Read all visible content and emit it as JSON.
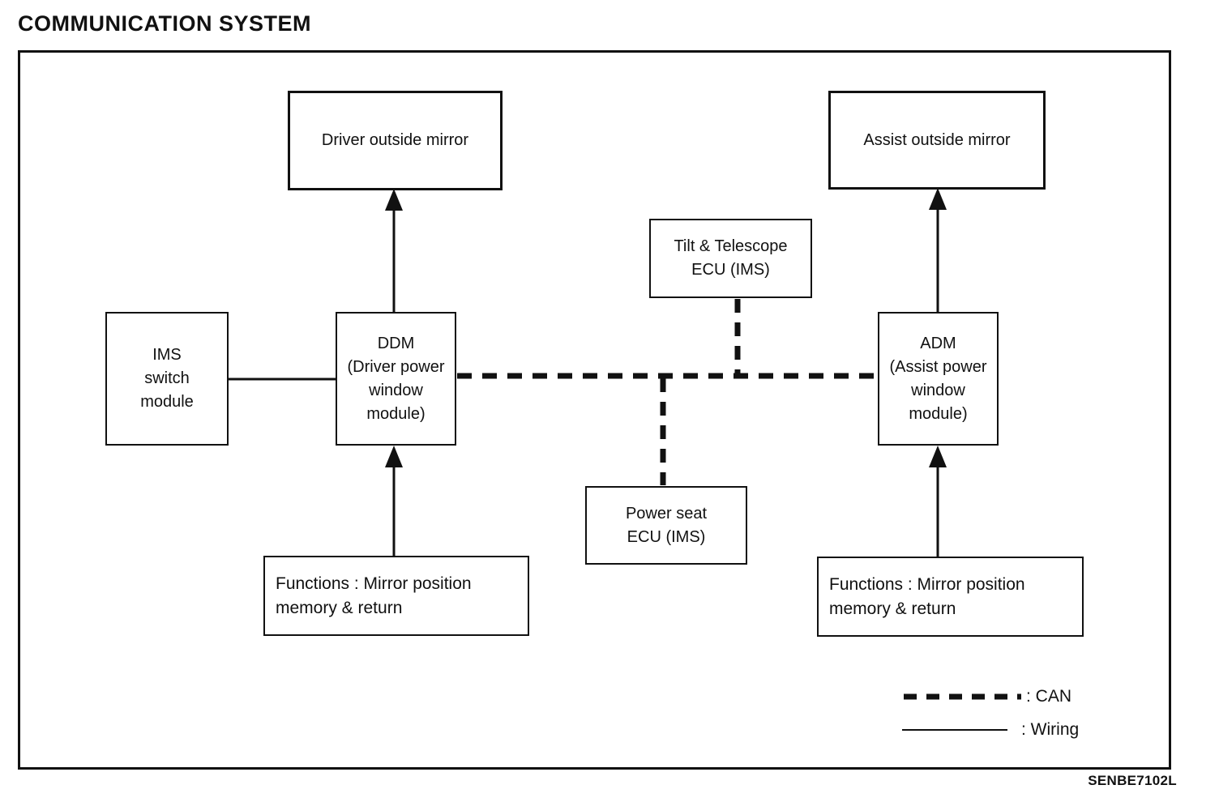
{
  "title": "COMMUNICATION SYSTEM",
  "figure_code": "SENBE7102L",
  "colors": {
    "ink": "#111111",
    "background": "#ffffff"
  },
  "boxes": {
    "driver_mirror": {
      "label": "Driver outside mirror"
    },
    "assist_mirror": {
      "label": "Assist outside mirror"
    },
    "tilt_telescope": {
      "label": "Tilt & Telescope\nECU (IMS)"
    },
    "ims_switch": {
      "label": "IMS\nswitch\nmodule"
    },
    "ddm": {
      "label": "DDM\n(Driver power\nwindow\nmodule)"
    },
    "adm": {
      "label": "ADM\n(Assist power\nwindow\nmodule)"
    },
    "power_seat": {
      "label": "Power seat\nECU (IMS)"
    },
    "functions_left": {
      "label": "Functions : Mirror position\nmemory & return"
    },
    "functions_right": {
      "label": "Functions : Mirror position\nmemory & return"
    }
  },
  "legend": {
    "can_label": ": CAN",
    "wiring_label": ": Wiring"
  },
  "connections": [
    {
      "from": "IMS switch module",
      "to": "DDM",
      "type": "wiring",
      "arrow": false
    },
    {
      "from": "DDM",
      "to": "Driver outside mirror",
      "type": "wiring",
      "arrow": true
    },
    {
      "from": "ADM",
      "to": "Assist outside mirror",
      "type": "wiring",
      "arrow": true
    },
    {
      "from": "Functions : Mirror position memory & return (driver)",
      "to": "DDM",
      "type": "wiring",
      "arrow": true
    },
    {
      "from": "Functions : Mirror position memory & return (assist)",
      "to": "ADM",
      "type": "wiring",
      "arrow": true
    },
    {
      "from": "DDM",
      "to": "ADM",
      "type": "CAN",
      "arrow": false
    },
    {
      "from": "Tilt & Telescope ECU (IMS)",
      "to": "CAN bus",
      "type": "CAN",
      "arrow": false
    },
    {
      "from": "Power seat ECU (IMS)",
      "to": "CAN bus",
      "type": "CAN",
      "arrow": false
    }
  ]
}
